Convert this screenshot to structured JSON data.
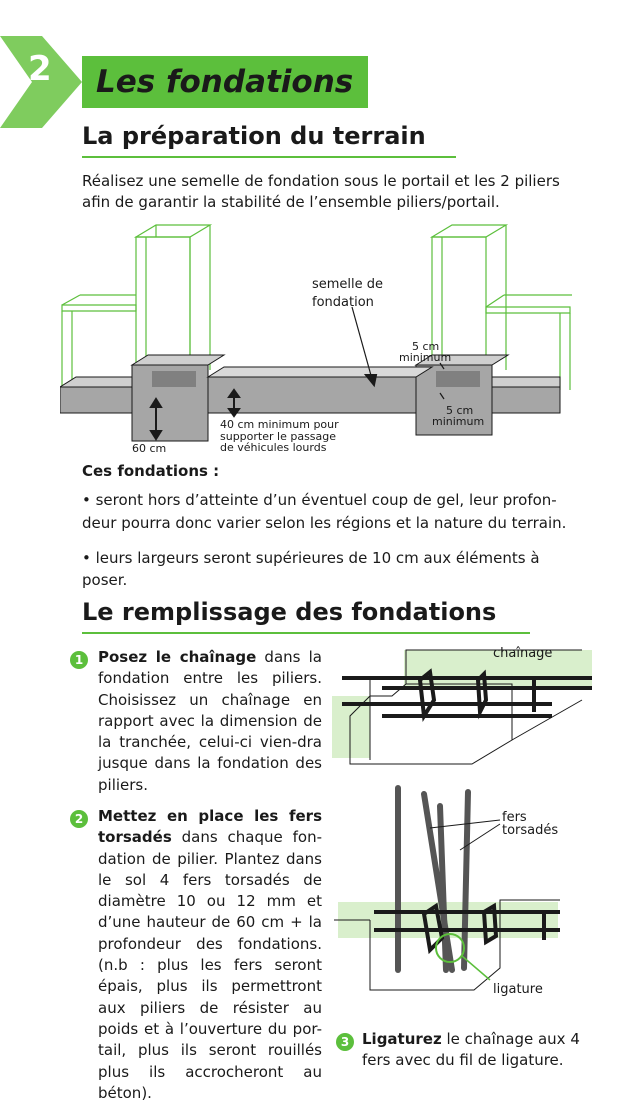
{
  "header": {
    "number": "2",
    "title": "Les fondations"
  },
  "section1": {
    "heading": "La préparation du terrain",
    "intro_line1": "Réalisez une semelle de fondation sous le portail et les 2 piliers",
    "intro_line2": "afin de garantir la stabilité de l’ensemble piliers/portail."
  },
  "diagram1": {
    "semelle_line1": "semelle de",
    "semelle_line2": "fondation",
    "min_top_value": "5 cm",
    "min_top_word": "minimum",
    "min_right_value": "5 cm",
    "min_right_word": "minimum",
    "depth_60": "60 cm",
    "depth_40_line1": "40 cm minimum pour",
    "depth_40_line2": "supporter le passage",
    "depth_40_line3": "de véhicules lourds"
  },
  "foundations": {
    "heading": "Ces fondations :",
    "bullet1_line1": "• seront hors d’atteinte d’un éventuel coup de gel, leur profon-",
    "bullet1_line2": "deur pourra donc varier selon les régions et la nature du terrain.",
    "bullet2_line1": "• leurs largeurs seront supérieures de 10 cm aux éléments à",
    "bullet2_line2": "poser."
  },
  "section2": {
    "heading": "Le remplissage des fondations"
  },
  "steps": [
    {
      "number": "1",
      "bold": "Posez le chaînage",
      "text": " dans la fondation entre les piliers. Choisissez un chaînage en rapport avec la dimension de la tranchée, celui-ci vien-dra jusque dans la fondation des piliers."
    },
    {
      "number": "2",
      "bold": "Mettez en place les fers torsadés",
      "text": " dans chaque fon-dation de pilier. Plantez dans le sol 4 fers torsadés de diamètre 10 ou 12 mm et d’une hauteur de 60 cm + la profondeur des fondations. (n.b : plus les fers seront épais, plus ils permettront aux piliers de résister au poids et à l’ouverture du por-tail, plus ils seront rouillés plus ils accrocheront au béton)."
    },
    {
      "number": "3",
      "bold": "Ligaturez",
      "text": " le chaînage aux 4 fers avec du fil de ligature."
    }
  ],
  "diagram2": {
    "chainage": "chaînage"
  },
  "diagram3": {
    "fers_line1": "fers",
    "fers_line2": "torsadés",
    "ligature": "ligature"
  },
  "colors": {
    "accent": "#5cbf3c",
    "grey": "#a6a6a6",
    "dark": "#1a1a1a"
  }
}
